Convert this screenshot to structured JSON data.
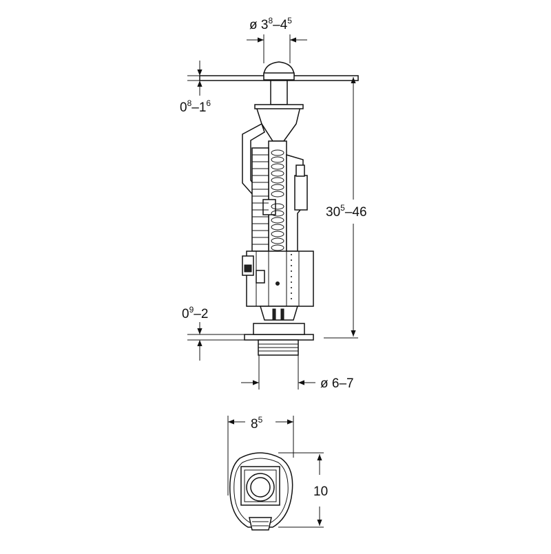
{
  "dimensions": {
    "top_diameter": {
      "prefix": "ø 3",
      "sup1": "8",
      "dash": "–4",
      "sup2": "5"
    },
    "top_gap": {
      "main": "0",
      "sup1": "8",
      "dash": "–1",
      "sup2": "6"
    },
    "height": {
      "main": "30",
      "sup1": "5",
      "dash": "–46"
    },
    "bottom_gap": {
      "main": "0",
      "sup1": "9",
      "dash": "–2"
    },
    "bottom_diameter": {
      "text": "ø 6–7"
    },
    "base_width": {
      "main": "8",
      "sup1": "5"
    },
    "base_depth": {
      "text": "10"
    }
  },
  "colors": {
    "line": "#111111",
    "background": "#ffffff"
  }
}
